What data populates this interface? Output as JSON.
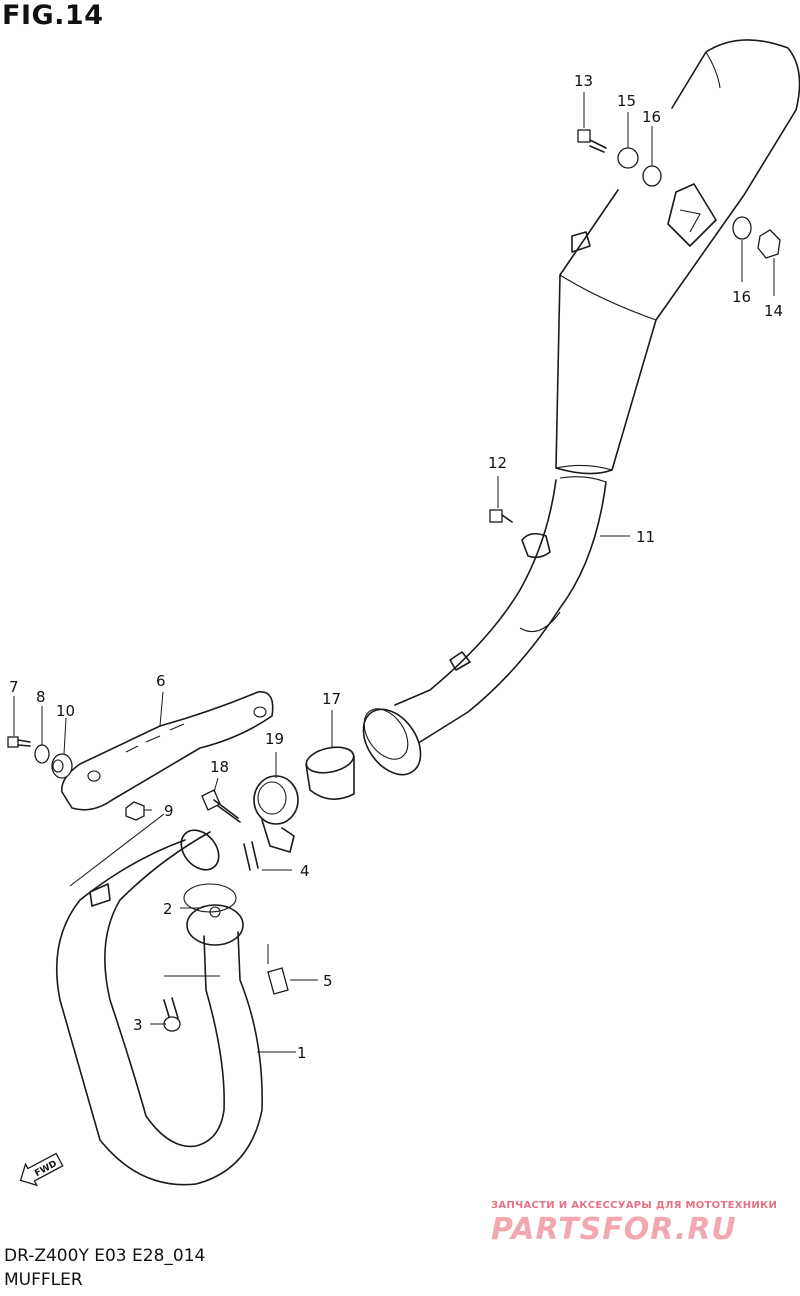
{
  "figure": {
    "title": "FIG.14",
    "model_code": "DR-Z400Y E03 E28_014",
    "section_name": "MUFFLER"
  },
  "callouts": [
    "1",
    "2",
    "3",
    "4",
    "5",
    "6",
    "7",
    "8",
    "9",
    "10",
    "11",
    "12",
    "13",
    "14",
    "15",
    "16",
    "16",
    "17",
    "18",
    "19"
  ],
  "direction_badge": {
    "label": "FWD",
    "icon": "forward-arrow-icon"
  },
  "watermark": {
    "tagline": "ЗАПЧАСТИ И АКСЕССУАРЫ ДЛЯ МОТОТЕХНИКИ",
    "brand": "PARTSFOR.RU",
    "color": "#f08a98"
  }
}
